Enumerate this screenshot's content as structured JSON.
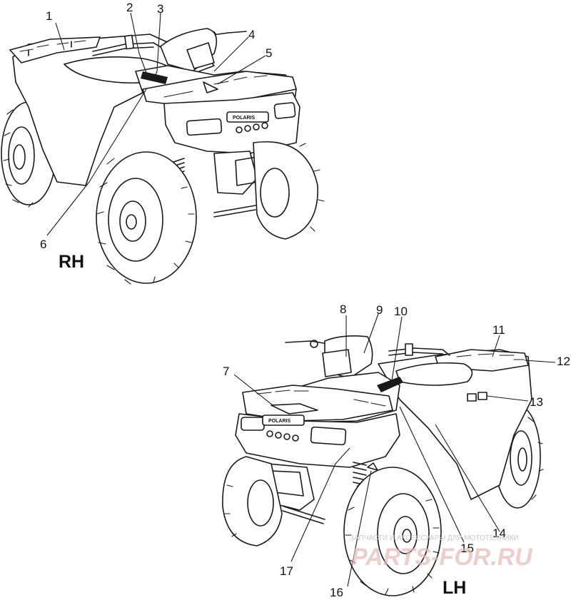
{
  "views": [
    {
      "id": "rh",
      "label": "RH"
    },
    {
      "id": "lh",
      "label": "LH"
    }
  ],
  "brand_plate": "POLARIS",
  "callouts": [
    {
      "num": "1"
    },
    {
      "num": "2"
    },
    {
      "num": "3"
    },
    {
      "num": "4"
    },
    {
      "num": "5"
    },
    {
      "num": "6"
    },
    {
      "num": "7"
    },
    {
      "num": "8"
    },
    {
      "num": "9"
    },
    {
      "num": "10"
    },
    {
      "num": "11"
    },
    {
      "num": "12"
    },
    {
      "num": "13"
    },
    {
      "num": "14"
    },
    {
      "num": "15"
    },
    {
      "num": "16"
    },
    {
      "num": "17"
    }
  ],
  "watermark": {
    "tagline": "ЗАПЧАСТИ И АКСЕССУАРЫ ДЛЯ МОТОТЕХНИКИ",
    "site": "PARTS-FOR.RU"
  }
}
